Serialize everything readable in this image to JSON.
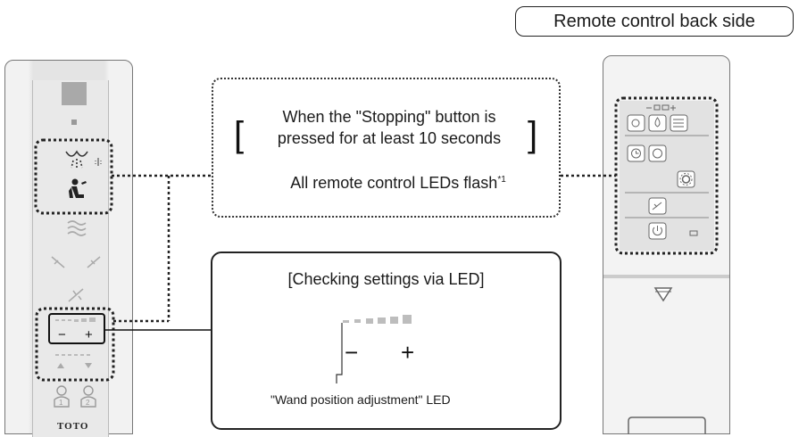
{
  "header": {
    "tag_label": "Remote control back side"
  },
  "callout_flash": {
    "condition_line1": "When the \"Stopping\" button is",
    "condition_line2": "pressed for at least 10 seconds",
    "result_text": "All remote control LEDs flash",
    "footnote_mark": "*1"
  },
  "callout_led": {
    "title": "[Checking settings via LED]",
    "minus_symbol": "−",
    "plus_symbol": "+",
    "led_label": "\"Wand position adjustment\" LED"
  },
  "remote_front": {
    "minus_label": "−",
    "plus_label": "+",
    "brand": "TOTO",
    "user1_label": "1",
    "user2_label": "2"
  },
  "icons": {
    "front": [
      "stop-button-icon",
      "rear-wash-icon",
      "front-wash-icon",
      "dryer-icon",
      "wand-position-icon",
      "wand-cleaning-icon",
      "down-arrow-icon",
      "up-arrow-icon",
      "user-1-icon",
      "user-2-icon"
    ],
    "back": [
      "deodorizer-icon",
      "water-temp-icon",
      "seat-temp-icon",
      "timer-icon",
      "energy-saver-icon",
      "settings-gear-icon",
      "power-wash-icon",
      "power-icon",
      "lid-open-arrow-icon"
    ]
  },
  "colors": {
    "dotted_highlight": "#222222",
    "panel_gray": "#e4e4e4",
    "led_gray": "#bdbdbd"
  }
}
